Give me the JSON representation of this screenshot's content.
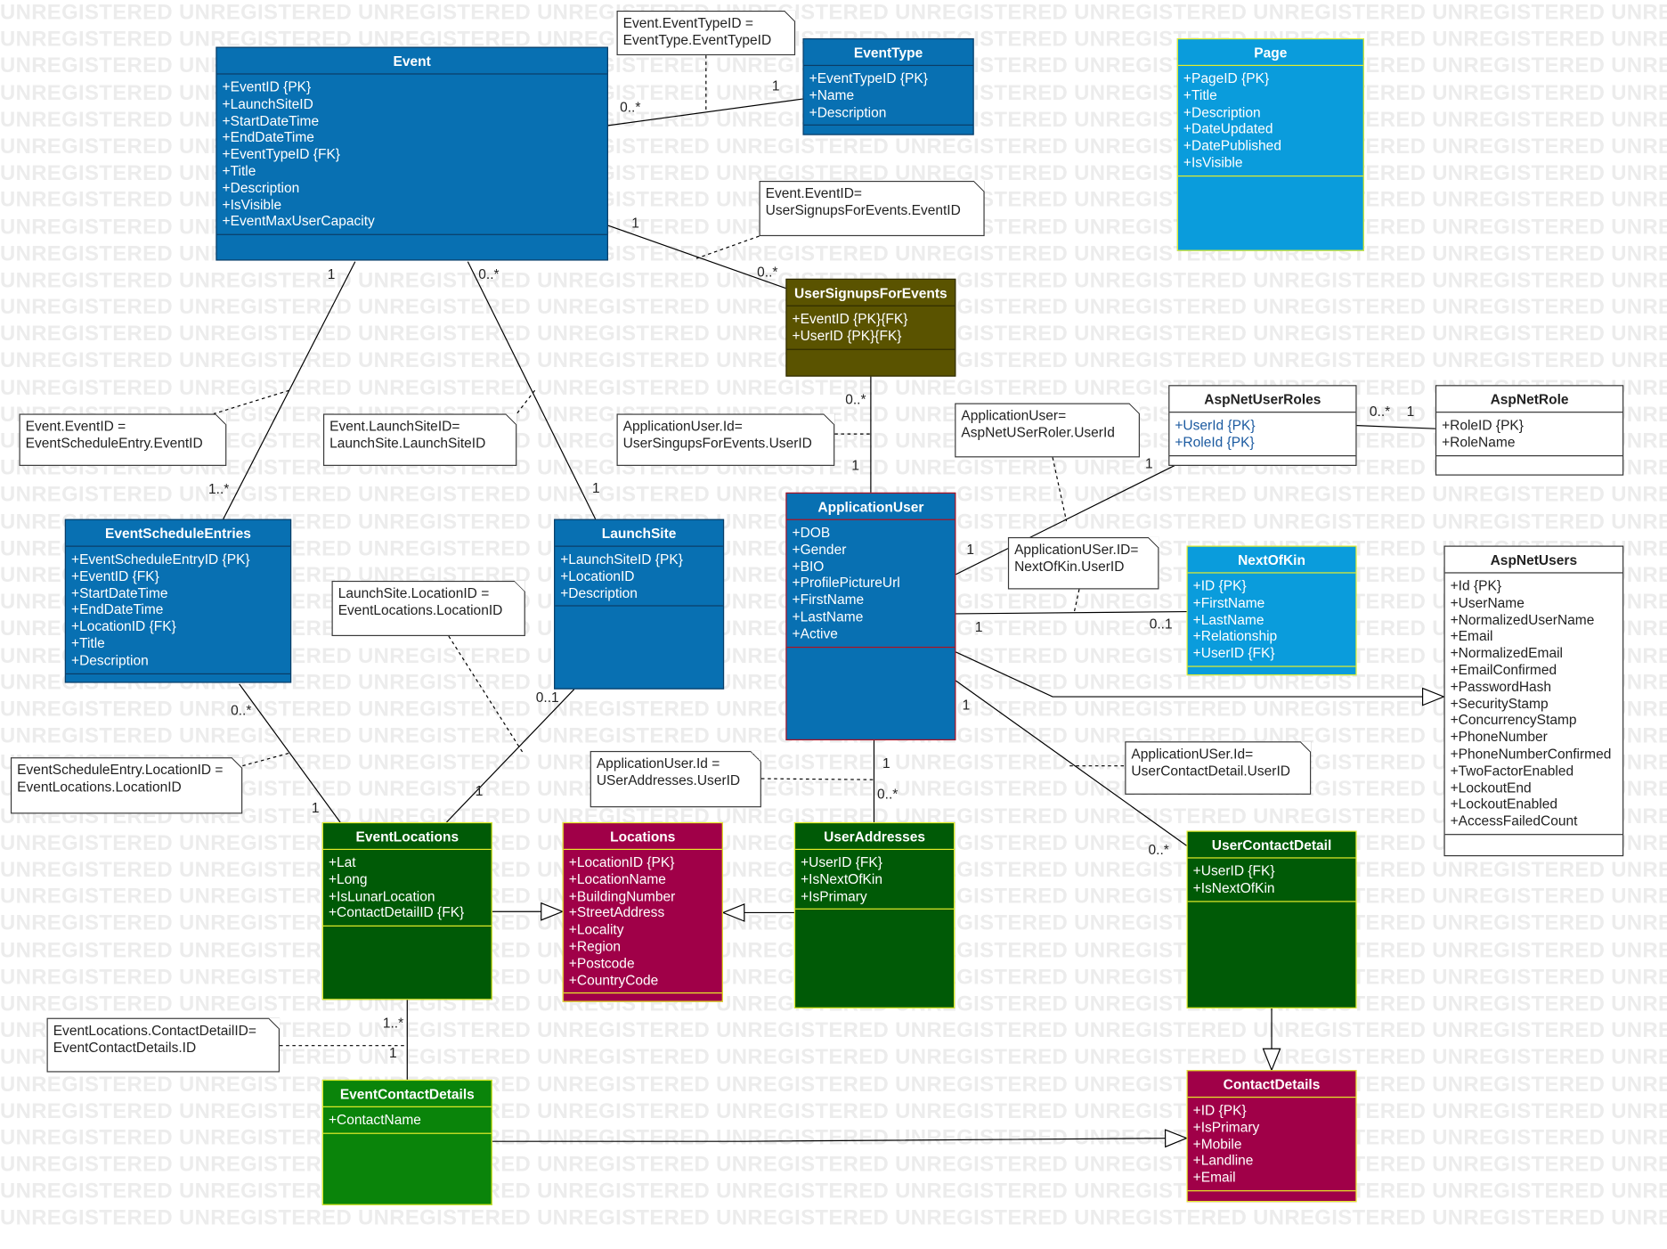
{
  "watermark": {
    "text": "UNREGISTERED",
    "rows": 46
  },
  "colors": {
    "dark_blue": "#0870b2",
    "light_blue": "#0a9cdc",
    "olive": "#5a5300",
    "dark_green": "#005a06",
    "green": "#0a840a",
    "crimson": "#a00048",
    "white": "#ffffff",
    "yellow_border": "#e6ee2a"
  },
  "classes": [
    {
      "id": "event",
      "title": "Event",
      "attrs": [
        "+EventID {PK}",
        "+LaunchSiteID",
        "+StartDateTime",
        "+EndDateTime",
        "+EventTypeID {FK}",
        "+Title",
        "+Description",
        "+IsVisible",
        "+EventMaxUserCapacity"
      ]
    },
    {
      "id": "eventtype",
      "title": "EventType",
      "attrs": [
        "+EventTypeID  {PK}",
        "+Name",
        "+Description"
      ]
    },
    {
      "id": "page",
      "title": "Page",
      "attrs": [
        "+PageID  {PK}",
        "+Title",
        "+Description",
        "+DateUpdated",
        "+DatePublished",
        "+IsVisible"
      ]
    },
    {
      "id": "usersignups",
      "title": "UserSignupsForEvents",
      "attrs": [
        "+EventID  {PK}{FK}",
        "+UserID  {PK}{FK}"
      ]
    },
    {
      "id": "aspnetuserroles",
      "title": "AspNetUserRoles",
      "attrs": [
        "+UserId  {PK}",
        "+RoleId  {PK}"
      ]
    },
    {
      "id": "aspnetrole",
      "title": "AspNetRole",
      "attrs": [
        "+RoleID  {PK}",
        "+RoleName"
      ]
    },
    {
      "id": "eventscheduleentries",
      "title": "EventScheduleEntries",
      "attrs": [
        "+EventScheduleEntryID  {PK}",
        "+EventID {FK}",
        "+StartDateTime",
        "+EndDateTime",
        "+LocationID {FK}",
        "+Title",
        "+Description"
      ]
    },
    {
      "id": "launchsite",
      "title": "LaunchSite",
      "attrs": [
        "+LaunchSiteID  {PK}",
        "+LocationID",
        "+Description"
      ]
    },
    {
      "id": "applicationuser",
      "title": "ApplicationUser",
      "attrs": [
        "+DOB",
        "+Gender",
        "+BIO",
        "+ProfilePictureUrl",
        "+FirstName",
        "+LastName",
        "+Active"
      ]
    },
    {
      "id": "nextofkin",
      "title": "NextOfKin",
      "attrs": [
        "+ID  {PK}",
        "+FirstName",
        "+LastName",
        "+Relationship",
        "+UserID {FK}"
      ]
    },
    {
      "id": "aspnetusers",
      "title": "AspNetUsers",
      "attrs": [
        "+Id  {PK}",
        "+UserName",
        "+NormalizedUserName",
        "+Email",
        "+NormalizedEmail",
        "+EmailConfirmed",
        "+PasswordHash",
        "+SecurityStamp",
        "+ConcurrencyStamp",
        "+PhoneNumber",
        "+PhoneNumberConfirmed",
        "+TwoFactorEnabled",
        "+LockoutEnd",
        "+LockoutEnabled",
        "+AccessFailedCount"
      ]
    },
    {
      "id": "eventlocations",
      "title": "EventLocations",
      "attrs": [
        "+Lat",
        "+Long",
        "+IsLunarLocation",
        "+ContactDetailID {FK}"
      ]
    },
    {
      "id": "locations",
      "title": "Locations",
      "attrs": [
        "+LocationID  {PK}",
        "+LocationName",
        "+BuildingNumber",
        "+StreetAddress",
        "+Locality",
        "+Region",
        "+Postcode",
        "+CountryCode"
      ]
    },
    {
      "id": "useraddresses",
      "title": "UserAddresses",
      "attrs": [
        "+UserID {FK}",
        "+IsNextOfKin",
        "+IsPrimary"
      ]
    },
    {
      "id": "usercontactdetail",
      "title": "UserContactDetail",
      "attrs": [
        "+UserID {FK}",
        "+IsNextOfKin"
      ]
    },
    {
      "id": "eventcontactdetails",
      "title": "EventContactDetails",
      "attrs": [
        "+ContactName"
      ]
    },
    {
      "id": "contactdetails",
      "title": "ContactDetails",
      "attrs": [
        "+ID  {PK}",
        "+IsPrimary",
        "+Mobile",
        "+Landline",
        "+Email"
      ]
    }
  ],
  "notes": [
    {
      "id": "n-eventtype",
      "lines": [
        "Event.EventTypeID =",
        "EventType.EventTypeID"
      ]
    },
    {
      "id": "n-usersignups",
      "lines": [
        "Event.EventID=",
        "UserSignupsForEvents.EventID"
      ]
    },
    {
      "id": "n-schedule",
      "lines": [
        "Event.EventID =",
        "EventScheduleEntry.EventID"
      ]
    },
    {
      "id": "n-launchsite",
      "lines": [
        "Event.LaunchSiteID=",
        "LaunchSite.LaunchSiteID"
      ]
    },
    {
      "id": "n-appuser-signups",
      "lines": [
        "ApplicationUser.Id=",
        "UserSingupsForEvents.UserID"
      ]
    },
    {
      "id": "n-userroler",
      "lines": [
        "ApplicationUser=",
        "AspNetUSerRoler.UserId"
      ]
    },
    {
      "id": "n-nextofkin",
      "lines": [
        "ApplicationUSer.ID=",
        "NextOfKin.UserID"
      ]
    },
    {
      "id": "n-launchsite-loc",
      "lines": [
        "LaunchSite.LocationID =",
        "EventLocations.LocationID"
      ]
    },
    {
      "id": "n-schedule-loc",
      "lines": [
        "EventScheduleEntry.LocationID =",
        "EventLocations.LocationID"
      ]
    },
    {
      "id": "n-useraddresses",
      "lines": [
        "ApplicationUser.Id =",
        "USerAddresses.UserID"
      ]
    },
    {
      "id": "n-usercontact",
      "lines": [
        "ApplicationUSer.Id=",
        "UserContactDetail.UserID"
      ]
    },
    {
      "id": "n-eventcontact",
      "lines": [
        "EventLocations.ContactDetailID=",
        "EventContactDetails.ID"
      ]
    }
  ],
  "multiplicities": [
    "0..*",
    "1",
    "1",
    "0..*",
    "1",
    "0..*",
    "1..*",
    "1",
    "0..*",
    "1",
    "0..*",
    "1",
    "1",
    "1",
    "0..1",
    "0..*",
    "1",
    "1",
    "0..*",
    "1",
    "1",
    "0..*",
    "1..*",
    "1",
    "1",
    "0..1"
  ]
}
